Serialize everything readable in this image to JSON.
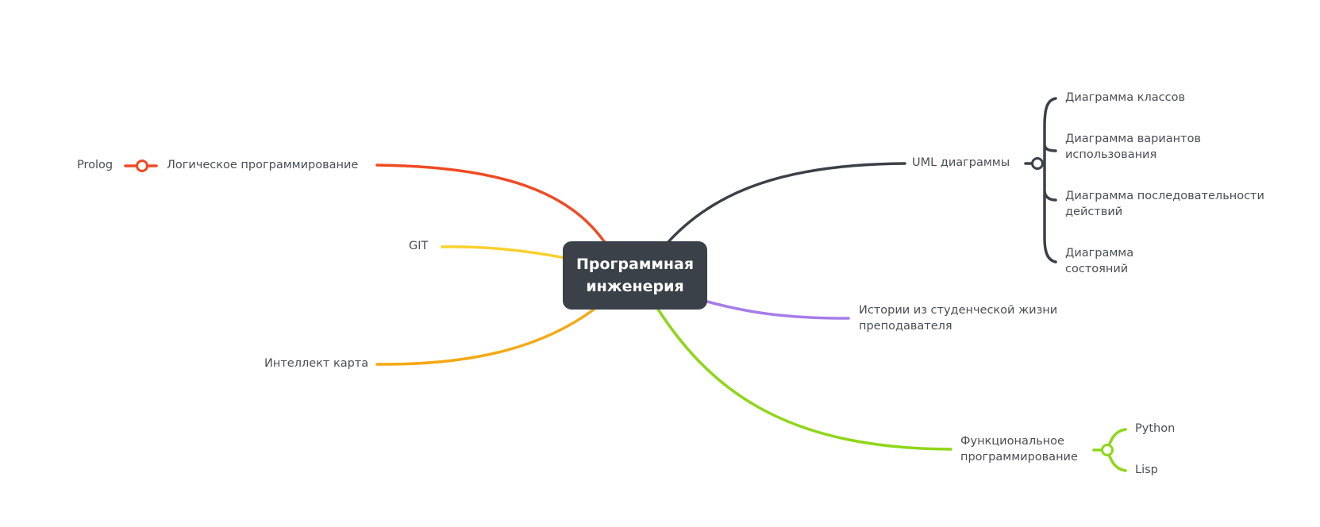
{
  "central": {
    "line1": "Программная",
    "line2": "инженерия"
  },
  "colors": {
    "central": "#3b4148",
    "text": "#4a4e55",
    "logic": "#f04a24",
    "git": "#f9d02f",
    "intellect": "#f4a915",
    "uml": "#3b4148",
    "stories": "#a57de8",
    "functional": "#8fd61a"
  },
  "left_branches": {
    "logic": {
      "label": "Логическое программирование",
      "child": "Prolog"
    },
    "git": {
      "label": "GIT"
    },
    "intellect": {
      "label": "Интеллект карта"
    }
  },
  "right_branches": {
    "uml": {
      "label": "UML диаграммы",
      "children": [
        {
          "line1": "Диаграмма классов",
          "line2": ""
        },
        {
          "line1": "Диаграмма вариантов",
          "line2": "использования"
        },
        {
          "line1": "Диаграмма последовательности",
          "line2": "действий"
        },
        {
          "line1": "Диаграмма",
          "line2": "состояний"
        }
      ]
    },
    "stories": {
      "line1": "Истории из студенческой жизни",
      "line2": "преподавателя"
    },
    "functional": {
      "line1": "Функциональное",
      "line2": "программирование",
      "children": [
        "Python",
        "Lisp"
      ]
    }
  }
}
